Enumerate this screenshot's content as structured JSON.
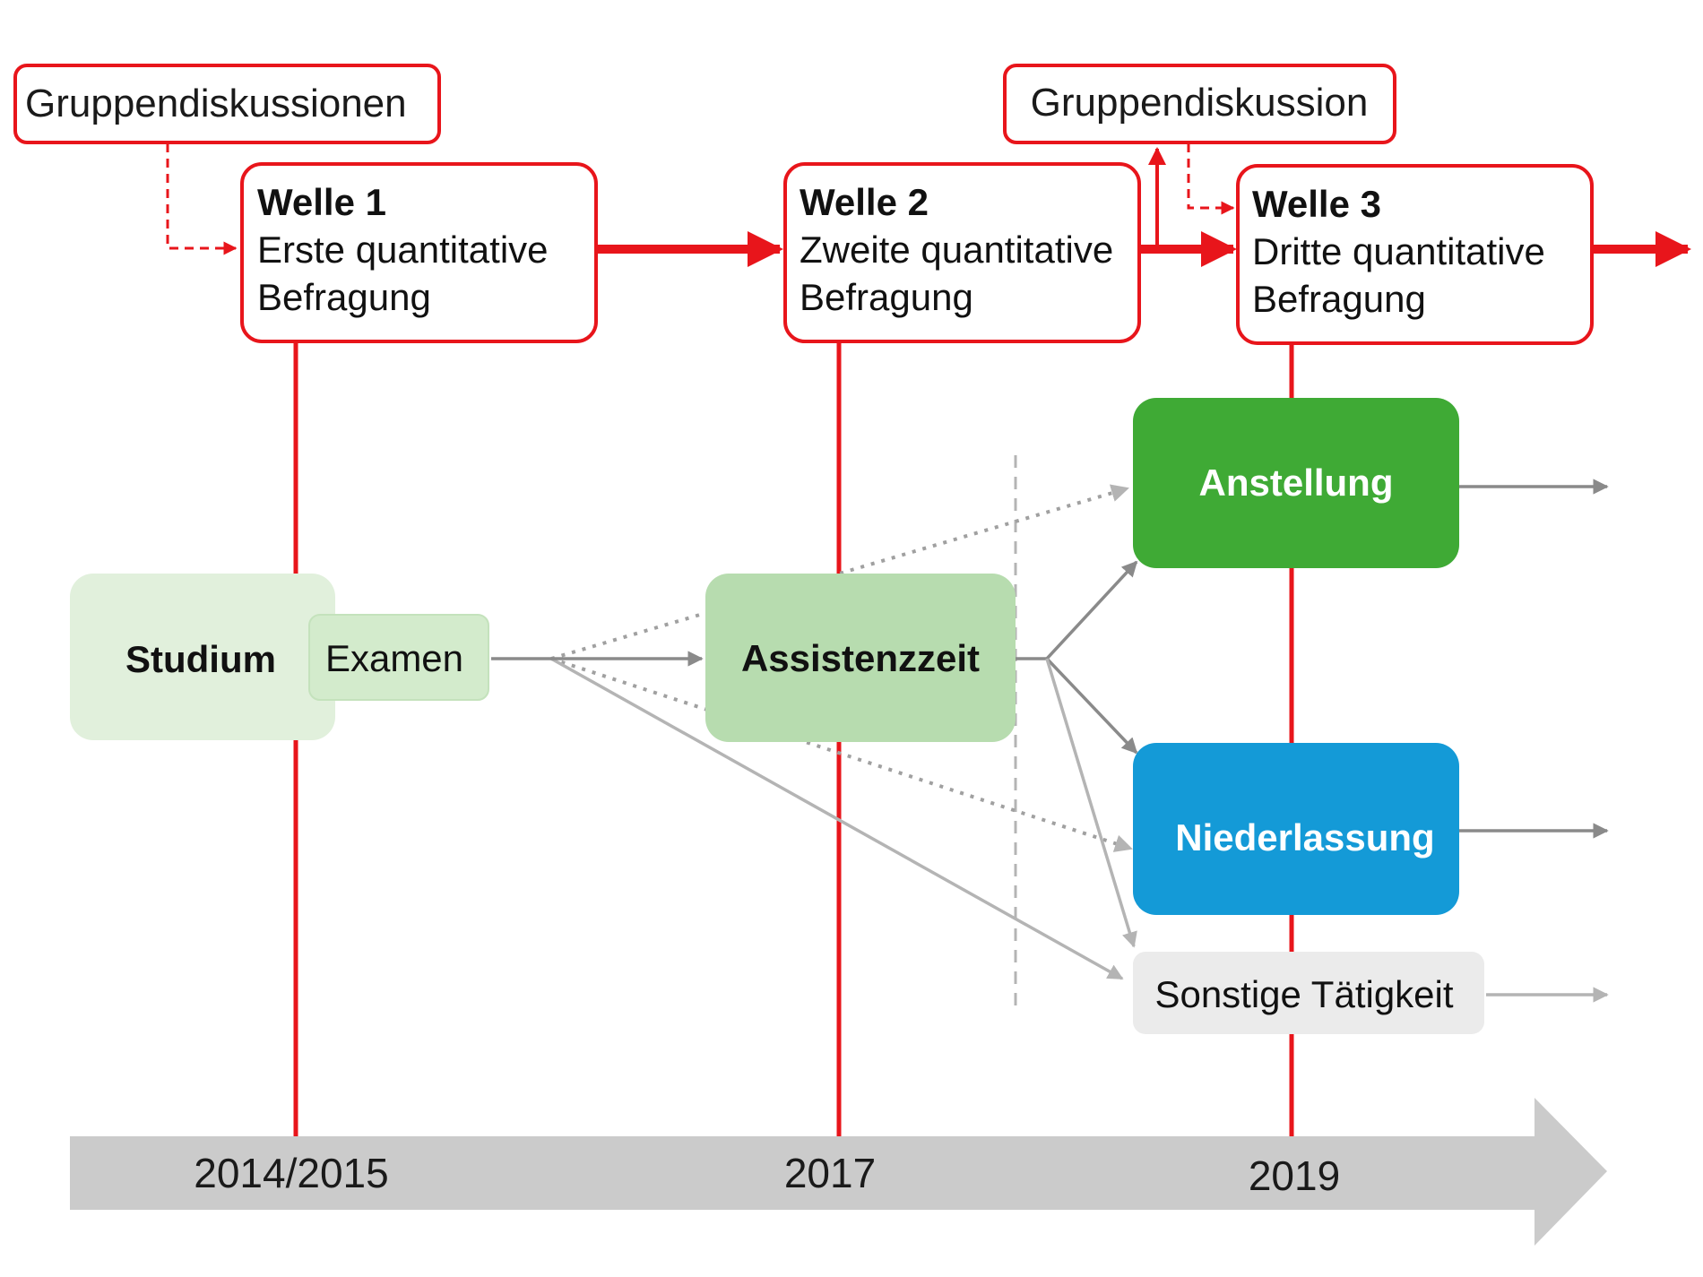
{
  "group_discussions": {
    "left": "Gruppendiskussionen",
    "right": "Gruppendiskussion"
  },
  "waves": [
    {
      "title": "Welle 1",
      "line1": "Erste quantitative",
      "line2": "Befragung"
    },
    {
      "title": "Welle 2",
      "line1": "Zweite quantitative",
      "line2": "Befragung"
    },
    {
      "title": "Welle 3",
      "line1": "Dritte quantitative",
      "line2": "Befragung"
    }
  ],
  "phases": {
    "studium": "Studium",
    "examen": "Examen",
    "assistenzzeit": "Assistenzzeit",
    "anstellung": "Anstellung",
    "niederlassung": "Niederlassung",
    "sonstige": "Sonstige Tätigkeit"
  },
  "timeline": {
    "years": [
      "2014/2015",
      "2017",
      "2019"
    ]
  },
  "colors": {
    "accent_red": "#e8151b",
    "studium_fill": "#e1f0dc",
    "examen_fill": "#d3ebcc",
    "assistenz_fill": "#b7dcaf",
    "anstellung_fill": "#3faa35",
    "niederlassung_fill": "#149ad7",
    "sonstige_fill": "#ebebeb",
    "timeline_fill": "#cbcbcb",
    "flow_grey": "#8a8a8a"
  }
}
